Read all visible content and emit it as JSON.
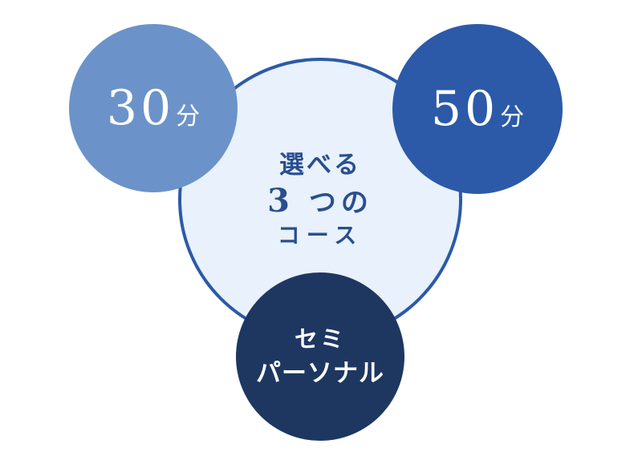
{
  "center": {
    "line1": "選べる",
    "line2_number": "3",
    "line2_text": "つの",
    "line3": "コース"
  },
  "courses": [
    {
      "number": "30",
      "unit": "分"
    },
    {
      "number": "50",
      "unit": "分"
    },
    {
      "line1": "セミ",
      "line2": "パーソナル"
    }
  ],
  "colors": {
    "center_fill": "#e8f1fc",
    "center_border": "#2c5aa8",
    "course_30": "#6b93c9",
    "course_50": "#2c5aa8",
    "course_semi": "#1d3761",
    "center_text": "#2a4f8e"
  }
}
